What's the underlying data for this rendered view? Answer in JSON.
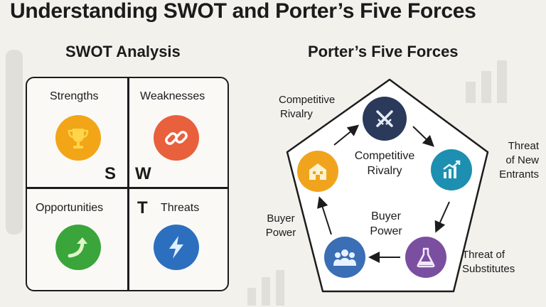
{
  "title": "Understanding SWOT and Porter’s Five Forces",
  "swot": {
    "heading": "SWOT Analysis",
    "cells": {
      "strengths": {
        "label": "Strengths",
        "icon": "trophy-icon",
        "color": "#f2a516"
      },
      "weaknesses": {
        "label": "Weaknesses",
        "icon": "broken-link-icon",
        "color": "#e8603c"
      },
      "opportunities": {
        "label": "Opportunities",
        "icon": "arrow-up-curve-icon",
        "color": "#3aa53a"
      },
      "threats": {
        "label": "Threats",
        "icon": "lightning-icon",
        "color": "#2c6fbf"
      }
    },
    "letters": {
      "s": "S",
      "w": "W",
      "t": "T"
    }
  },
  "porter": {
    "heading": "Porter’s Five Forces",
    "labels": {
      "rivalry_outer_line1": "Competitive",
      "rivalry_outer_line2": "Rivalry",
      "rivalry_inner_line1": "Competitive",
      "rivalry_inner_line2": "Rivalry",
      "new_entrants_line1": "Threat",
      "new_entrants_line2": "of New",
      "new_entrants_line3": "Entrants",
      "buyer_outer_line1": "Buyer",
      "buyer_outer_line2": "Power",
      "buyer_inner_line1": "Buyer",
      "buyer_inner_line2": "Power",
      "substitutes_line1": "Threat of",
      "substitutes_line2": "Substitutes"
    },
    "nodes": {
      "rivalry": {
        "icon": "crossed-swords-icon",
        "color": "#2b3a5a"
      },
      "new_entrants": {
        "icon": "rising-chart-icon",
        "color": "#1d8fb0"
      },
      "substitutes": {
        "icon": "flask-icon",
        "color": "#7b4fa0"
      },
      "buyers": {
        "icon": "people-group-icon",
        "color": "#3a6eb5"
      },
      "suppliers": {
        "icon": "building-icon",
        "color": "#f0a41e"
      }
    }
  }
}
